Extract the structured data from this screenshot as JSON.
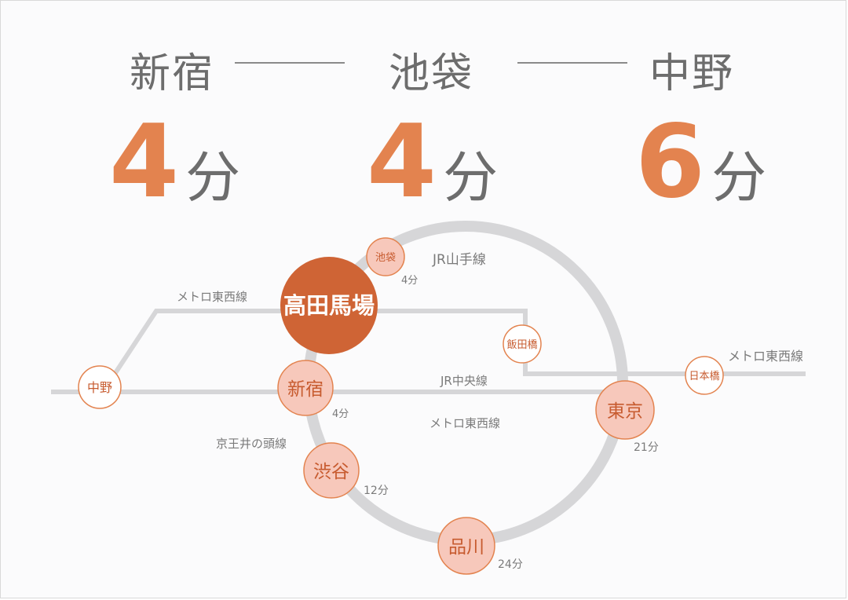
{
  "header": {
    "stations": [
      {
        "name": "新宿",
        "minutes": "4",
        "unit": "分"
      },
      {
        "name": "池袋",
        "minutes": "4",
        "unit": "分"
      },
      {
        "name": "中野",
        "minutes": "6",
        "unit": "分"
      }
    ]
  },
  "map": {
    "hub": "高田馬場",
    "lines": {
      "yamanote": "JR山手線",
      "tozai_left": "メトロ東西線",
      "tozai_right": "メトロ東西線",
      "tozai_center": "メトロ東西線",
      "chuo": "JR中央線",
      "keio": "京王井の頭線"
    },
    "stations": {
      "ikebukuro": {
        "name": "池袋",
        "time": "4分"
      },
      "iidabashi": {
        "name": "飯田橋"
      },
      "nihonbashi": {
        "name": "日本橋"
      },
      "nakano": {
        "name": "中野"
      },
      "shinjuku": {
        "name": "新宿",
        "time": "4分"
      },
      "tokyo": {
        "name": "東京",
        "time": "21分"
      },
      "shibuya": {
        "name": "渋谷",
        "time": "12分"
      },
      "shinagawa": {
        "name": "品川",
        "time": "24分"
      }
    }
  },
  "colors": {
    "accent": "#e3834f",
    "hub": "#cf6435",
    "station_fill": "#f7c8bb",
    "line_gray": "#d6d6d8",
    "text_gray": "#6d6d6d"
  }
}
